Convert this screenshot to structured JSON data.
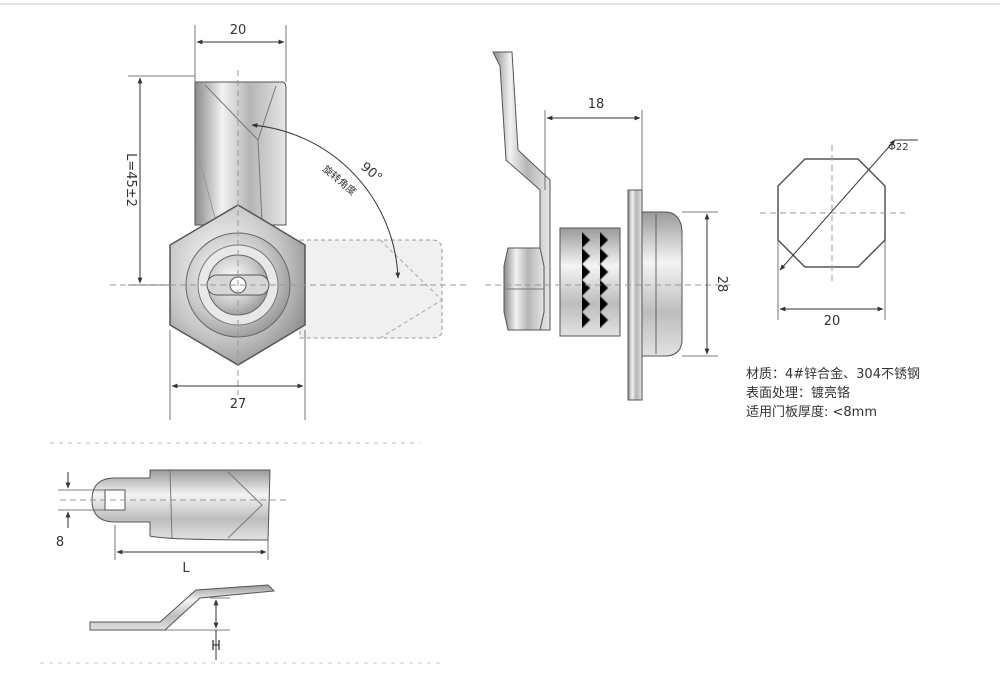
{
  "dimensions": {
    "top_width": "20",
    "length": "L=45±2",
    "rotation_angle": "90°",
    "rotation_label": "旋转角度",
    "hex_width": "27",
    "side_depth": "18",
    "side_height": "28",
    "diameter": "Φ22",
    "front_width": "20",
    "cam_thickness": "8",
    "cam_length": "L",
    "cam_offset": "H"
  },
  "specs": {
    "material": "材质：4#锌合金、304不锈钢",
    "finish": "表面处理：镀亮铬",
    "door_thickness": "适用门板厚度: <8mm"
  }
}
